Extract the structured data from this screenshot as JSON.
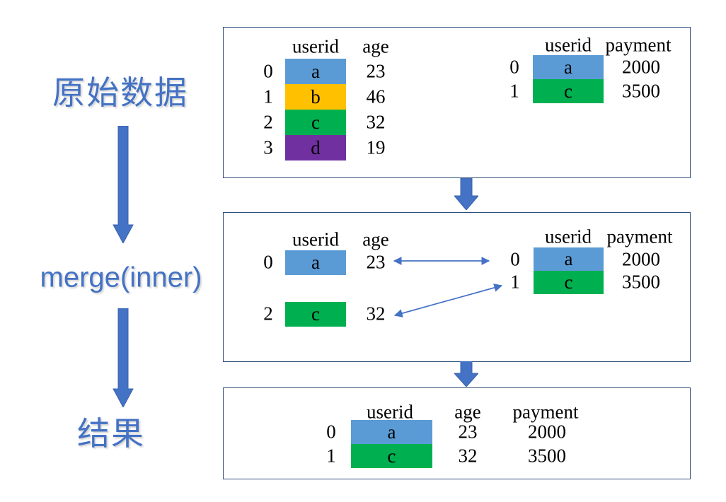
{
  "flow_labels": {
    "original": "原始数据",
    "merge": "merge(inner)",
    "result": "结果"
  },
  "colors": {
    "accent_blue": "#4472C4",
    "box_border": "#2E4E79",
    "cell_blue": "#5B9BD5",
    "cell_yellow": "#FFC000",
    "cell_green": "#00B050",
    "cell_purple": "#7030A0",
    "arrow_fill": "#4472C4",
    "table_text": "#000000"
  },
  "icons": {
    "flow_arrow": "down-arrow",
    "match_arrow": "double-headed-arrow"
  },
  "tables": {
    "source_age": {
      "headers": {
        "userid": "userid",
        "age": "age"
      },
      "rows": [
        {
          "index": "0",
          "userid": "a",
          "age": "23",
          "color": "#5B9BD5"
        },
        {
          "index": "1",
          "userid": "b",
          "age": "46",
          "color": "#FFC000"
        },
        {
          "index": "2",
          "userid": "c",
          "age": "32",
          "color": "#00B050"
        },
        {
          "index": "3",
          "userid": "d",
          "age": "19",
          "color": "#7030A0"
        }
      ]
    },
    "source_payment": {
      "headers": {
        "userid": "userid",
        "payment": "payment"
      },
      "rows": [
        {
          "index": "0",
          "userid": "a",
          "payment": "2000",
          "color": "#5B9BD5"
        },
        {
          "index": "1",
          "userid": "c",
          "payment": "3500",
          "color": "#00B050"
        }
      ]
    },
    "merge_age": {
      "headers": {
        "userid": "userid",
        "age": "age"
      },
      "rows": [
        {
          "index": "0",
          "userid": "a",
          "age": "23",
          "color": "#5B9BD5"
        },
        {
          "index": "2",
          "userid": "c",
          "age": "32",
          "color": "#00B050"
        }
      ]
    },
    "merge_payment": {
      "headers": {
        "userid": "userid",
        "payment": "payment"
      },
      "rows": [
        {
          "index": "0",
          "userid": "a",
          "payment": "2000",
          "color": "#5B9BD5"
        },
        {
          "index": "1",
          "userid": "c",
          "payment": "3500",
          "color": "#00B050"
        }
      ]
    },
    "result": {
      "headers": {
        "userid": "userid",
        "age": "age",
        "payment": "payment"
      },
      "rows": [
        {
          "index": "0",
          "userid": "a",
          "age": "23",
          "payment": "2000",
          "color": "#5B9BD5"
        },
        {
          "index": "1",
          "userid": "c",
          "age": "32",
          "payment": "3500",
          "color": "#00B050"
        }
      ]
    }
  }
}
